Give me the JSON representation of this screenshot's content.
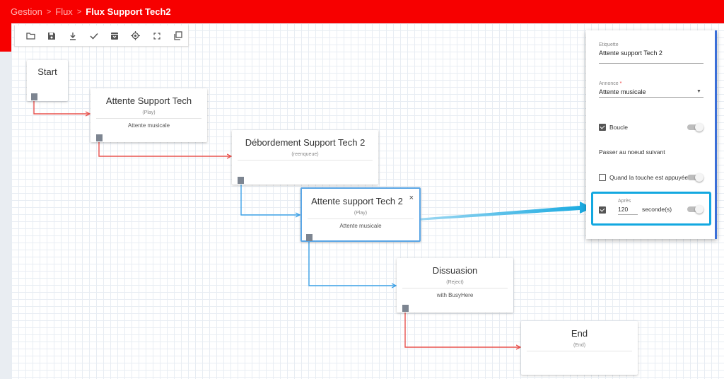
{
  "breadcrumb": {
    "items": [
      "Gestion",
      "Flux"
    ],
    "current": "Flux Support Tech2",
    "separator": ">"
  },
  "toolbar": {
    "icons": [
      "folder-icon",
      "save-icon",
      "download-icon",
      "check-icon",
      "archive-icon",
      "target-icon",
      "fullscreen-icon",
      "copy-icon"
    ]
  },
  "nodes": {
    "start": {
      "title": "Start"
    },
    "attente_support": {
      "title": "Attente Support Tech",
      "type": "(Play)",
      "detail": "Attente musicale"
    },
    "debordement": {
      "title": "Débordement Support Tech 2",
      "type": "(reenqueue)"
    },
    "attente_support_2": {
      "title": "Attente support Tech 2",
      "type": "(Play)",
      "detail": "Attente musicale",
      "close": "×"
    },
    "dissuasion": {
      "title": "Dissuasion",
      "type": "(Reject)",
      "detail": "with BusyHere"
    },
    "end": {
      "title": "End",
      "type": "(End)"
    }
  },
  "panel": {
    "etiquette_label": "Etiquette",
    "etiquette_value": "Attente support Tech 2",
    "annonce_label": "Annonce",
    "annonce_required": "*",
    "annonce_value": "Attente musicale",
    "boucle_label": "Boucle",
    "boucle_checked": true,
    "passer_label": "Passer au noeud suivant",
    "touche_label": "Quand la touche est appuyée",
    "touche_checked": false,
    "apres_label": "Après",
    "apres_value": "120",
    "apres_unit": "seconde(s)",
    "apres_checked": true
  },
  "colors": {
    "topbar": "#f70000",
    "link_red": "#e8534f",
    "link_blue": "#3fa3e8",
    "highlight": "#13a8e0",
    "panel_accent": "#3b6fd8"
  }
}
